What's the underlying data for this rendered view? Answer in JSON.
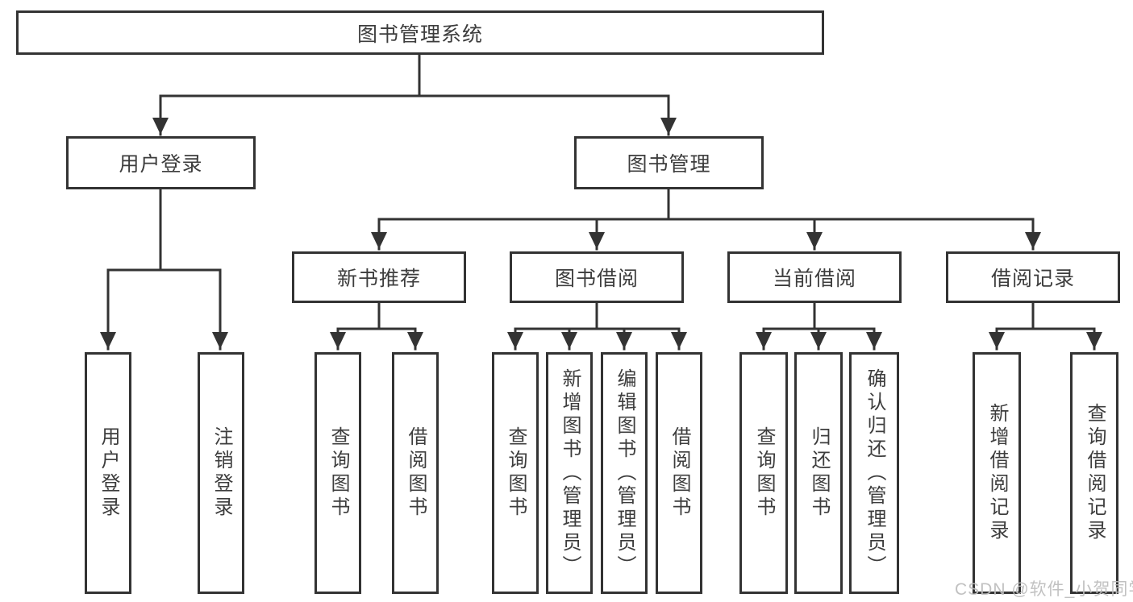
{
  "diagram": {
    "line_color": "#333333",
    "text_color": "#3d3d3d",
    "background_color": "#ffffff",
    "watermark": "CSDN @软件_小贺同学",
    "tree": {
      "label": "图书管理系统",
      "children": [
        {
          "label": "用户登录",
          "children": [
            {
              "label": "用户登录"
            },
            {
              "label": "注销登录"
            }
          ]
        },
        {
          "label": "图书管理",
          "children": [
            {
              "label": "新书推荐",
              "children": [
                {
                  "label": "查询图书"
                },
                {
                  "label": "借阅图书"
                }
              ]
            },
            {
              "label": "图书借阅",
              "children": [
                {
                  "label": "查询图书"
                },
                {
                  "label": "新增图书（管理员）"
                },
                {
                  "label": "编辑图书（管理员）"
                },
                {
                  "label": "借阅图书"
                }
              ]
            },
            {
              "label": "当前借阅",
              "children": [
                {
                  "label": "查询图书"
                },
                {
                  "label": "归还图书"
                },
                {
                  "label": "确认归还（管理员）"
                }
              ]
            },
            {
              "label": "借阅记录",
              "children": [
                {
                  "label": "新增借阅记录"
                },
                {
                  "label": "查询借阅记录"
                }
              ]
            }
          ]
        }
      ]
    }
  }
}
